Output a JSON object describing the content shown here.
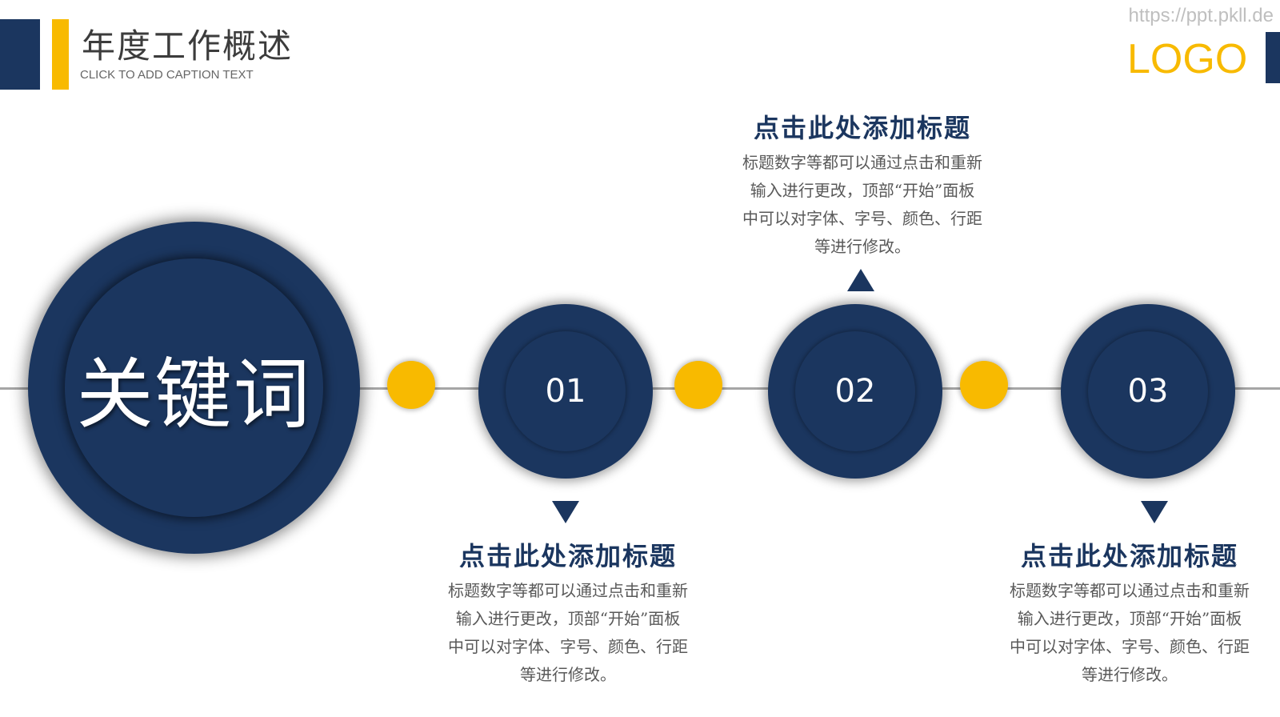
{
  "header": {
    "title": "年度工作概述",
    "caption": "CLICK TO ADD CAPTION TEXT"
  },
  "watermark": "https://ppt.pkll.de",
  "logo": {
    "text": "LOGO"
  },
  "keyword": "关键词",
  "nodes": [
    {
      "number": "01"
    },
    {
      "number": "02"
    },
    {
      "number": "03"
    }
  ],
  "blocks": [
    {
      "title": "点击此处添加标题",
      "lines": [
        "标题数字等都可以通过点击和重新",
        "输入进行更改，顶部“开始”面板",
        "中可以对字体、字号、颜色、行距",
        "等进行修改。"
      ]
    },
    {
      "title": "点击此处添加标题",
      "lines": [
        "标题数字等都可以通过点击和重新",
        "输入进行更改，顶部“开始”面板",
        "中可以对字体、字号、颜色、行距",
        "等进行修改。"
      ]
    },
    {
      "title": "点击此处添加标题",
      "lines": [
        "标题数字等都可以通过点击和重新",
        "输入进行更改，顶部“开始”面板",
        "中可以对字体、字号、颜色、行距",
        "等进行修改。"
      ]
    }
  ],
  "colors": {
    "navy": "#1b365f",
    "gold": "#f8ba00",
    "line": "#a6a6a6"
  }
}
